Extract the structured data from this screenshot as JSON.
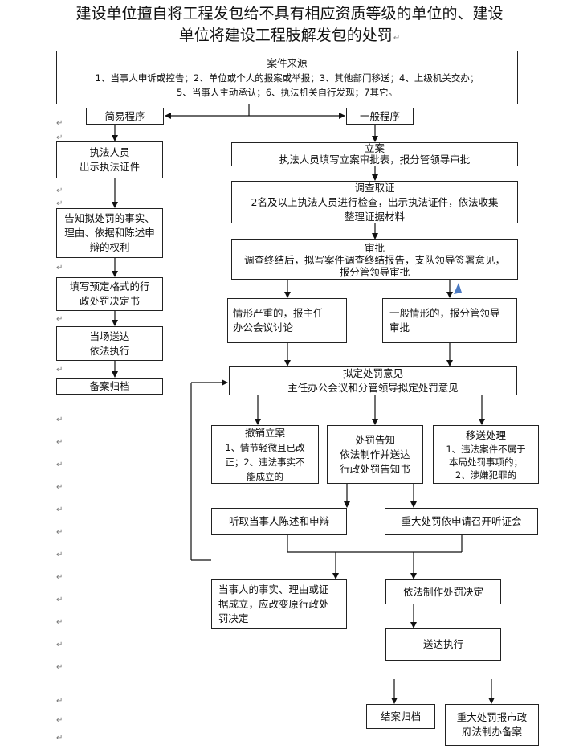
{
  "title": {
    "line1": "建设单位擅自将工程发包给不具有相应资质等级的单位的、建设",
    "line2": "单位将建设工程肢解发包的处罚"
  },
  "para_mark": "↵",
  "source": {
    "heading": "案件来源",
    "line1": "1、当事人申诉或控告；2、单位或个人的报案或举报；3、其他部门移送；4、上级机关交办；",
    "line2": "5、当事人主动承认；6、执法机关自行发现；7其它。"
  },
  "simple": {
    "label": "简易程序",
    "step1": [
      "执法人员",
      "出示执法证件"
    ],
    "step2": [
      "告知拟处罚的事实、",
      "理由、依据和陈述申",
      "辩的权利"
    ],
    "step3": [
      "填写预定格式的行",
      "政处罚决定书"
    ],
    "step4": [
      "当场送达",
      "依法执行"
    ],
    "step5": [
      "备案归档"
    ]
  },
  "general": {
    "label": "一般程序",
    "filing": [
      "立案",
      "执法人员填写立案审批表，报分管领导审批"
    ],
    "investigation": [
      "调查取证",
      "2名及以上执法人员进行检查，出示执法证件，依法收集",
      "整理证据材料"
    ],
    "review": [
      "审批",
      "调查终结后，拟写案件调查终结报告，支队领导签署意见，",
      "报分管领导审批"
    ],
    "serious": [
      "情形严重的，报主任",
      "办公会议讨论"
    ],
    "ordinary": [
      "一般情形的，报分管领导",
      "审批"
    ],
    "proposal": [
      "拟定处罚意见",
      "主任办公会议和分管领导拟定处罚意见"
    ],
    "revoke": [
      "撤销立案",
      "1、情节轻微且已改",
      "正；2、违法事实不",
      "能成立的"
    ],
    "notice": [
      "处罚告知",
      "依法制作并送达",
      "行政处罚告知书"
    ],
    "transfer": [
      "移送处理",
      "1、违法案件不属于",
      "本局处罚事项的；",
      "2、涉嫌犯罪的"
    ],
    "hear": [
      "听取当事人陈述和申辩"
    ],
    "hearing": [
      "重大处罚依申请召开听证会"
    ],
    "change": [
      "当事人的事实、理由或证",
      "据成立，应改变原行政处",
      "罚决定"
    ],
    "decision": [
      "依法制作处罚决定"
    ],
    "deliver": [
      "送达执行"
    ],
    "close": [
      "结案归档"
    ],
    "report": [
      "重大处罚报市政",
      "府法制办备案"
    ]
  }
}
